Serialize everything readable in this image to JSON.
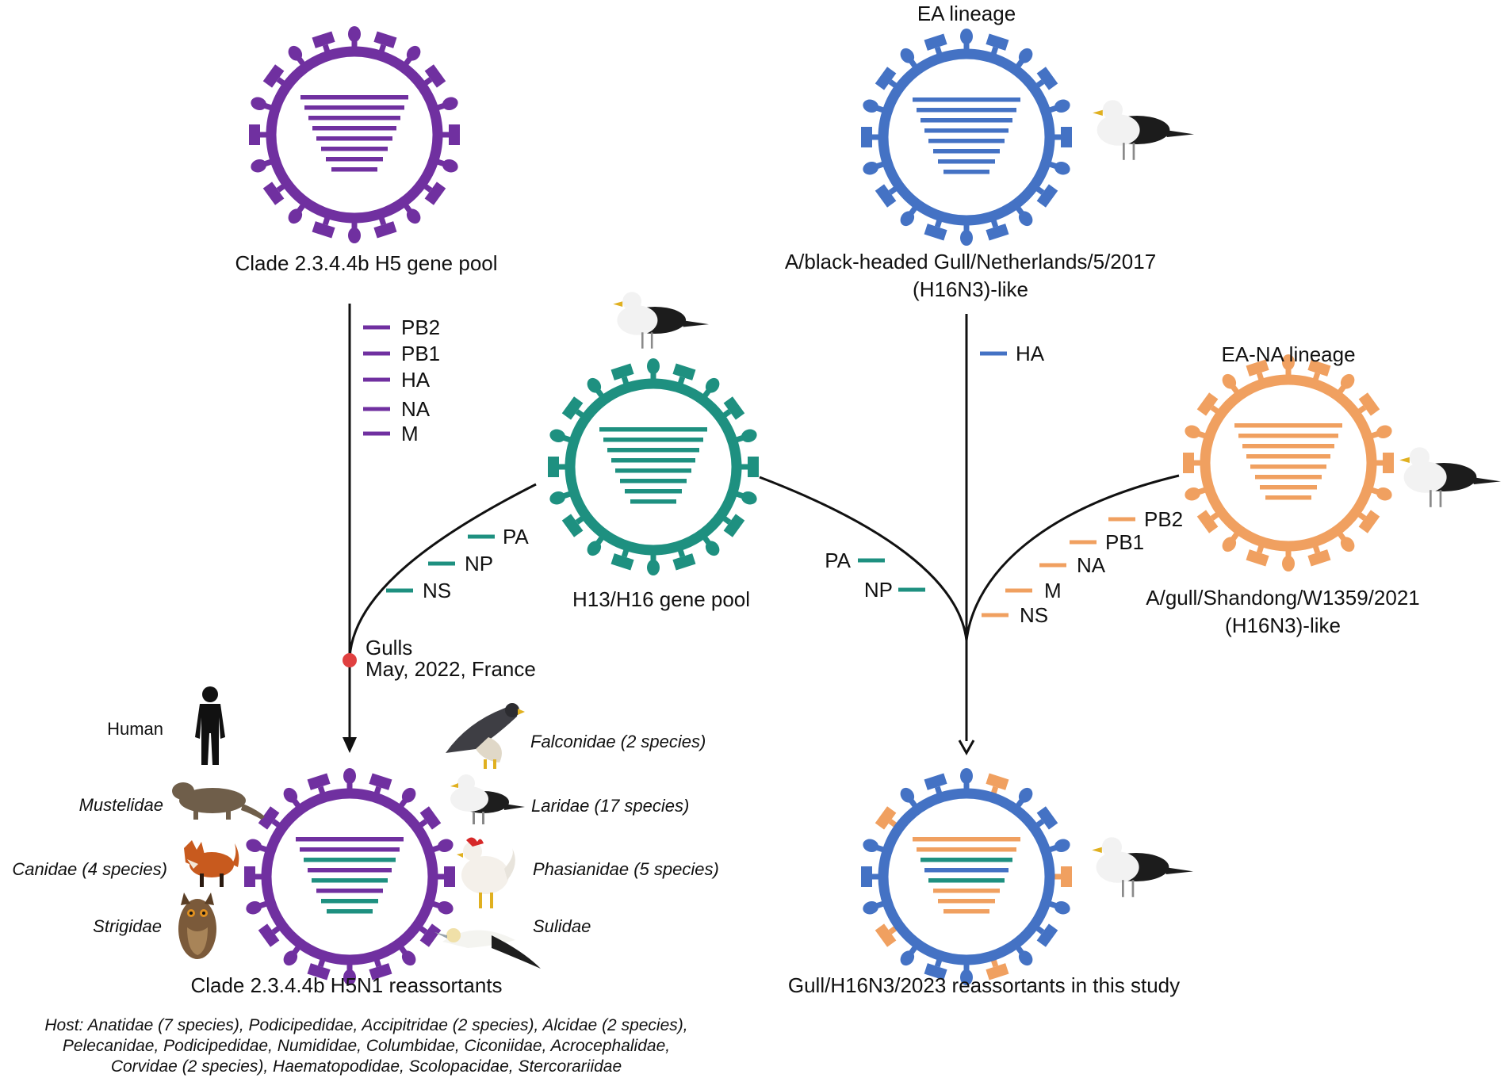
{
  "colors": {
    "purple": "#7030a0",
    "blue": "#4472c4",
    "teal": "#1e9080",
    "orange": "#f0a060",
    "line": "#111111",
    "event_dot": "#e04040"
  },
  "viruses": {
    "h5_pool": {
      "label": "Clade 2.3.4.4b H5 gene pool"
    },
    "ea_lineage": {
      "heading": "EA lineage",
      "label_line1": "A/black-headed Gull/Netherlands/5/2017",
      "label_line2": "(H16N3)-like"
    },
    "h13h16_pool": {
      "label": "H13/H16 gene pool"
    },
    "eana_lineage": {
      "heading": "EA-NA lineage",
      "label_line1": "A/gull/Shandong/W1359/2021",
      "label_line2": "(H16N3)-like"
    },
    "h5n1_reassortants": {
      "label": "Clade 2.3.4.4b H5N1 reassortants"
    },
    "gull_reassortants": {
      "label": "Gull/H16N3/2023 reassortants in this study"
    }
  },
  "segments": {
    "purple_to_h5n1": [
      "PB2",
      "PB1",
      "HA",
      "NA",
      "M"
    ],
    "teal_to_h5n1": [
      "PA",
      "NP",
      "NS"
    ],
    "blue_to_gull": [
      "HA"
    ],
    "teal_to_gull": [
      "PA",
      "NP"
    ],
    "orange_to_gull": [
      "PB2",
      "PB1",
      "NA",
      "M",
      "NS"
    ]
  },
  "event": {
    "line1": "Gulls",
    "line2": "May, 2022, France"
  },
  "hosts": {
    "left": [
      "Human",
      "Mustelidae",
      "Canidae (4 species)",
      "Strigidae"
    ],
    "right": [
      "Falconidae (2 species)",
      "Laridae (17 species)",
      "Phasianidae (5 species)",
      "Sulidae"
    ]
  },
  "footnote": {
    "line1": "Host: Anatidae (7 species), Podicipedidae, Accipitridae (2 species), Alcidae (2 species),",
    "line2": "Pelecanidae, Podicipedidae, Numididae, Columbidae, Ciconiidae, Acrocephalidae,",
    "line3": "Corvidae (2 species), Haematopodidae, Scolopacidae, Stercorariidae"
  }
}
